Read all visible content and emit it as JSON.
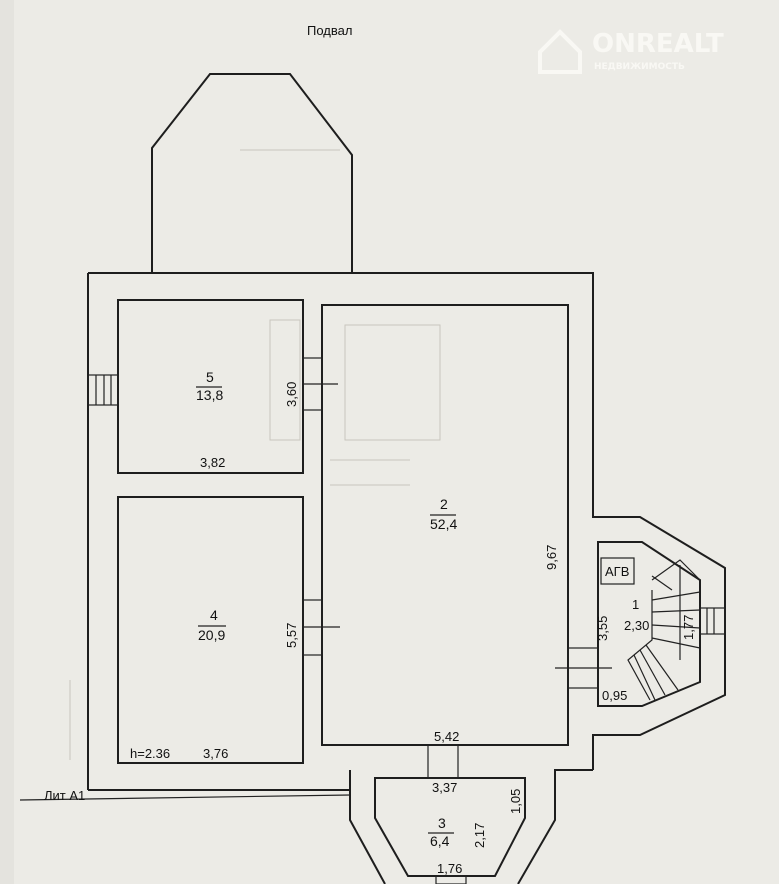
{
  "title": "Подвал",
  "watermark": {
    "brand": "ONREALT",
    "subtitle": "НЕДВИЖИМОСТЬ"
  },
  "label_lit": "Лит А1",
  "rooms": [
    {
      "number": "1",
      "area": "2,30"
    },
    {
      "number": "2",
      "area": "52,4"
    },
    {
      "number": "3",
      "area": "6,4"
    },
    {
      "number": "4",
      "area": "20,9"
    },
    {
      "number": "5",
      "area": "13,8"
    }
  ],
  "equipment_label": "АГВ",
  "dimensions": {
    "r5_width": "3,82",
    "r5_height": "3,60",
    "r4_width": "3,76",
    "r4_height": "5,57",
    "ceiling": "h=2.36",
    "r2_height": "9,67",
    "r2_width": "5,42",
    "r1_height": "3,55",
    "r1_stair": "1,77",
    "r1_width": "0,95",
    "r3_top": "3,37",
    "r3_height": "2,17",
    "r3_side": "1,05",
    "r3_bottom": "1,76"
  }
}
